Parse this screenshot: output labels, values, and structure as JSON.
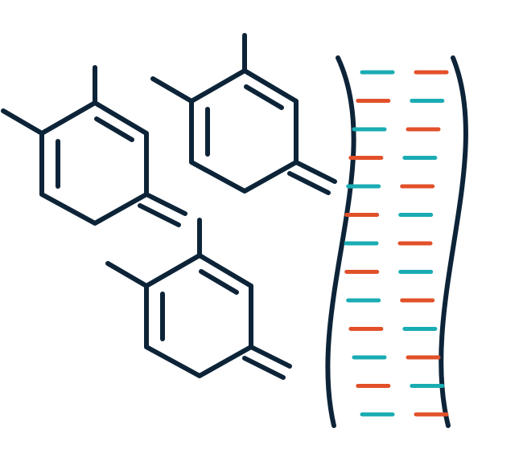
{
  "colors": {
    "outline": "#0d2438",
    "teal": "#1aacb3",
    "orange": "#e2502a",
    "background": "#ffffff"
  },
  "molecules": [
    {
      "name": "molecule-top-left"
    },
    {
      "name": "molecule-top-right"
    },
    {
      "name": "molecule-bottom"
    }
  ],
  "dna": {
    "rungs": [
      {
        "left": "teal",
        "right": "orange"
      },
      {
        "left": "orange",
        "right": "teal"
      },
      {
        "left": "teal",
        "right": "orange"
      },
      {
        "left": "orange",
        "right": "teal"
      },
      {
        "left": "teal",
        "right": "orange"
      },
      {
        "left": "orange",
        "right": "teal"
      },
      {
        "left": "teal",
        "right": "orange"
      },
      {
        "left": "orange",
        "right": "teal"
      },
      {
        "left": "teal",
        "right": "orange"
      },
      {
        "left": "orange",
        "right": "teal"
      },
      {
        "left": "teal",
        "right": "orange"
      },
      {
        "left": "orange",
        "right": "teal"
      },
      {
        "left": "teal",
        "right": "orange"
      }
    ]
  }
}
